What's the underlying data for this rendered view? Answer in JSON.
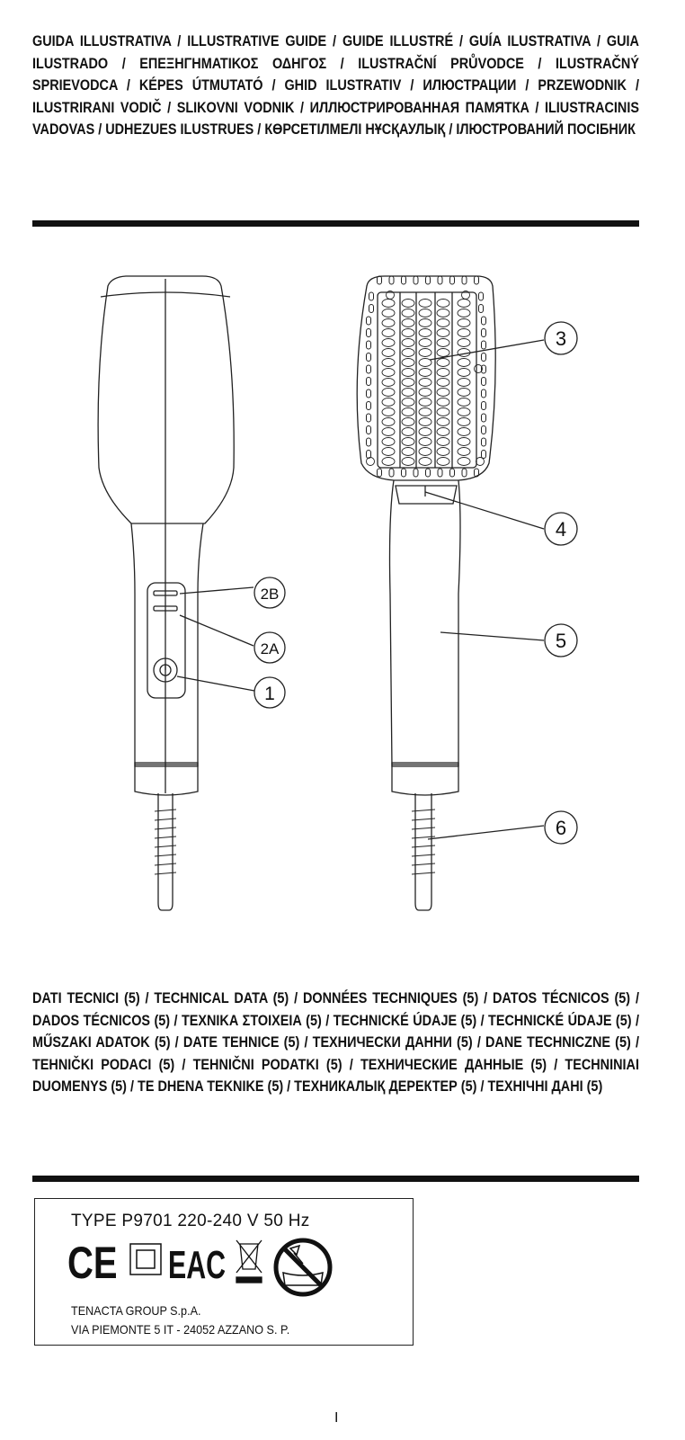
{
  "guide_heading": "GUIDA ILLUSTRATIVA / ILLUSTRATIVE GUIDE / GUIDE ILLUSTRÉ / GUÍA ILUSTRATIVA / GUIA ILUSTRADO / ΕΠΕΞΗΓΗΜΑΤΙΚΟΣ ΟΔΗΓΟΣ / ILUSTRAČNÍ PRŮVODCE / ILUSTRAČNÝ SPRIEVODCA / KÉPES ÚTMUTATÓ / GHID ILUSTRATIV / ИЛЮСТРАЦИИ / PRZEWODNIK / ILUSTRIRANI VODIČ / SLIKOVNI VODNIK / ИЛЛЮСТРИРОВАННАЯ ПАМЯТКА / ILIUSTRACINIS VADOVAS / UDHEZUES ILUSTRUES / КӨРСЕТІЛМЕЛІ НҰСҚАУЛЫҚ / ІЛЮСТРОВАНИЙ ПОСІБНИК",
  "callouts": {
    "c1": "1",
    "c2a": "2A",
    "c2b": "2B",
    "c3": "3",
    "c4": "4",
    "c5": "5",
    "c6": "6"
  },
  "tech_heading": "DATI TECNICI (5) / TECHNICAL DATA (5) / DONNÉES TECHNIQUES (5) / DATOS TÉCNICOS (5) / DADOS TÉCNICOS (5) / ΤΕΧΝΙΚΑ ΣΤΟΙΧΕΙΑ (5) / TECHNICKÉ ÚDAJE (5) / TECHNICKÉ ÚDAJE (5) / MŰSZAKI ADATOK (5) / DATE TEHNICE (5) / ТЕХНИЧЕСКИ ДАННИ (5) / DANE TECHNICZNE (5) / TEHNIČKI PODACI (5) / TEHNIČNI PODATKI (5) / ТЕХНИЧЕСКИЕ ДАННЫЕ (5) / TECHNINIAI DUOMENYS (5) / TE DHENA TEKNIKE (5) / ТЕХНИКАЛЫҚ ДЕРЕКТЕР (5) / ТЕХНІЧНІ ДАНІ (5)",
  "rating_plate": {
    "type_line": "TYPE P9701 220-240 V  50 Hz",
    "ce_mark": "CE",
    "eac_mark": "EAC",
    "company": "TENACTA GROUP S.p.A.",
    "address": "VIA PIEMONTE 5 IT - 24052 AZZANO S. P."
  },
  "page_number": "I",
  "icons": [
    "ce-mark-icon",
    "double-insulation-icon",
    "eac-mark-icon",
    "crossed-bin-icon",
    "no-water-icon"
  ]
}
